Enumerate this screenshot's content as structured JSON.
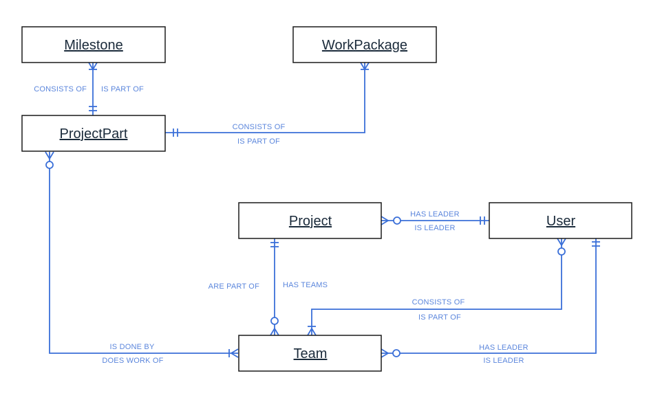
{
  "colors": {
    "relation": "#3a6fd8",
    "relation_label": "#5b86dc",
    "entity_border": "#1a1a1a",
    "entity_text": "#1a2a3a"
  },
  "entities": {
    "milestone": "Milestone",
    "workpackage": "WorkPackage",
    "projectpart": "ProjectPart",
    "project": "Project",
    "user": "User",
    "team": "Team"
  },
  "relations": {
    "milestone_projectpart": {
      "left": "CONSISTS OF",
      "right": "IS PART OF"
    },
    "projectpart_workpackage": {
      "top": "CONSISTS OF",
      "bottom": "IS PART OF"
    },
    "project_user": {
      "top": "HAS LEADER",
      "bottom": "IS LEADER"
    },
    "project_team": {
      "left": "ARE PART OF",
      "right": "HAS TEAMS"
    },
    "team_user_membership": {
      "top": "CONSISTS OF",
      "bottom": "IS PART OF"
    },
    "projectpart_team": {
      "top": "IS DONE BY",
      "bottom": "DOES WORK OF"
    },
    "team_user_leader": {
      "top": "HAS LEADER",
      "bottom": "IS LEADER"
    }
  }
}
